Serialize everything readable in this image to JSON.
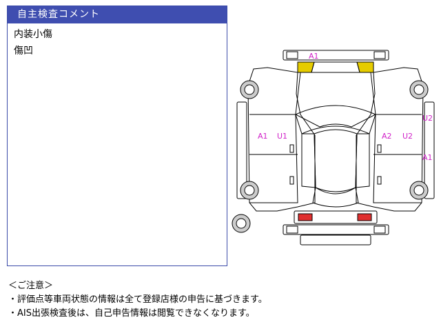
{
  "comment_panel": {
    "title": "自主検査コメント",
    "items": [
      "内装小傷",
      "傷凹"
    ]
  },
  "notes": {
    "heading": "＜ご注意＞",
    "lines": [
      "・評価点等車両状態の情報は全て登録店様の申告に基づきます。",
      "・AIS出張検査後は、自己申告情報は閲覧できなくなります。"
    ]
  },
  "car_diagram": {
    "labels": {
      "front": "A1",
      "left_side_a": "A1",
      "left_side_u": "U1",
      "right_side_a": "A2",
      "right_side_u": "U2",
      "right_edge_top": "U2",
      "right_edge_bottom": "A1"
    },
    "colors": {
      "headlight_marker": "#e6cc00",
      "taillight_marker": "#e03030",
      "damage_label": "#d020c8"
    }
  }
}
